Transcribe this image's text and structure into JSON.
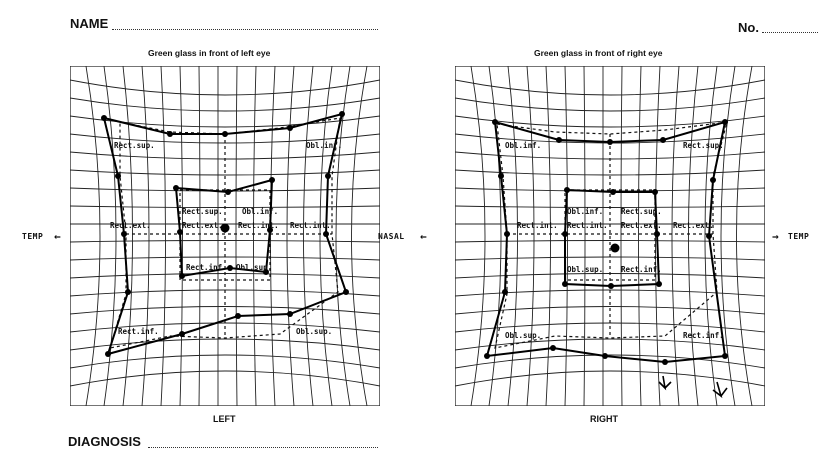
{
  "form": {
    "name_label": "NAME",
    "no_label": "No.",
    "diagnosis_label": "DIAGNOSIS"
  },
  "left_chart": {
    "caption": "Green glass in front of left eye",
    "label": "LEFT",
    "temporal_label": "TEMP",
    "nasal_label": "NASAL",
    "muscles": {
      "rect_sup_outer": "Rect.sup.",
      "obl_inf_outer": "Obl.inf.",
      "rect_ext_outer": "Rect.ext.",
      "rect_int_outer": "Rect.int.",
      "rect_inf_outer": "Rect.inf.",
      "obl_sup_outer": "Obl.sup.",
      "rect_sup_inner": "Rect.sup.",
      "obl_inf_inner": "Obl.inf.",
      "rect_ext_inner": "Rect.ext.",
      "rect_int_inner": "Rect.int.",
      "rect_inf_inner": "Rect.inf.",
      "obl_sup_inner": "Obl.sup."
    }
  },
  "right_chart": {
    "caption": "Green glass in front of right eye",
    "label": "RIGHT",
    "temporal_label": "TEMP",
    "muscles": {
      "obl_inf_outer": "Obl.inf.",
      "rect_sup_outer": "Rect.sup.",
      "rect_int_outer": "Rect.int.",
      "rect_ext_outer": "Rect.ext.",
      "obl_sup_outer": "Obl.sup.",
      "rect_inf_outer": "Rect.inf.",
      "obl_inf_inner": "Obl.inf.",
      "rect_sup_inner": "Rect.sup.",
      "rect_int_inner": "Rect.int.",
      "rect_ext_inner": "Rect.ext.",
      "obl_sup_inner": "Obl.sup.",
      "rect_inf_inner": "Rect.inf."
    }
  }
}
